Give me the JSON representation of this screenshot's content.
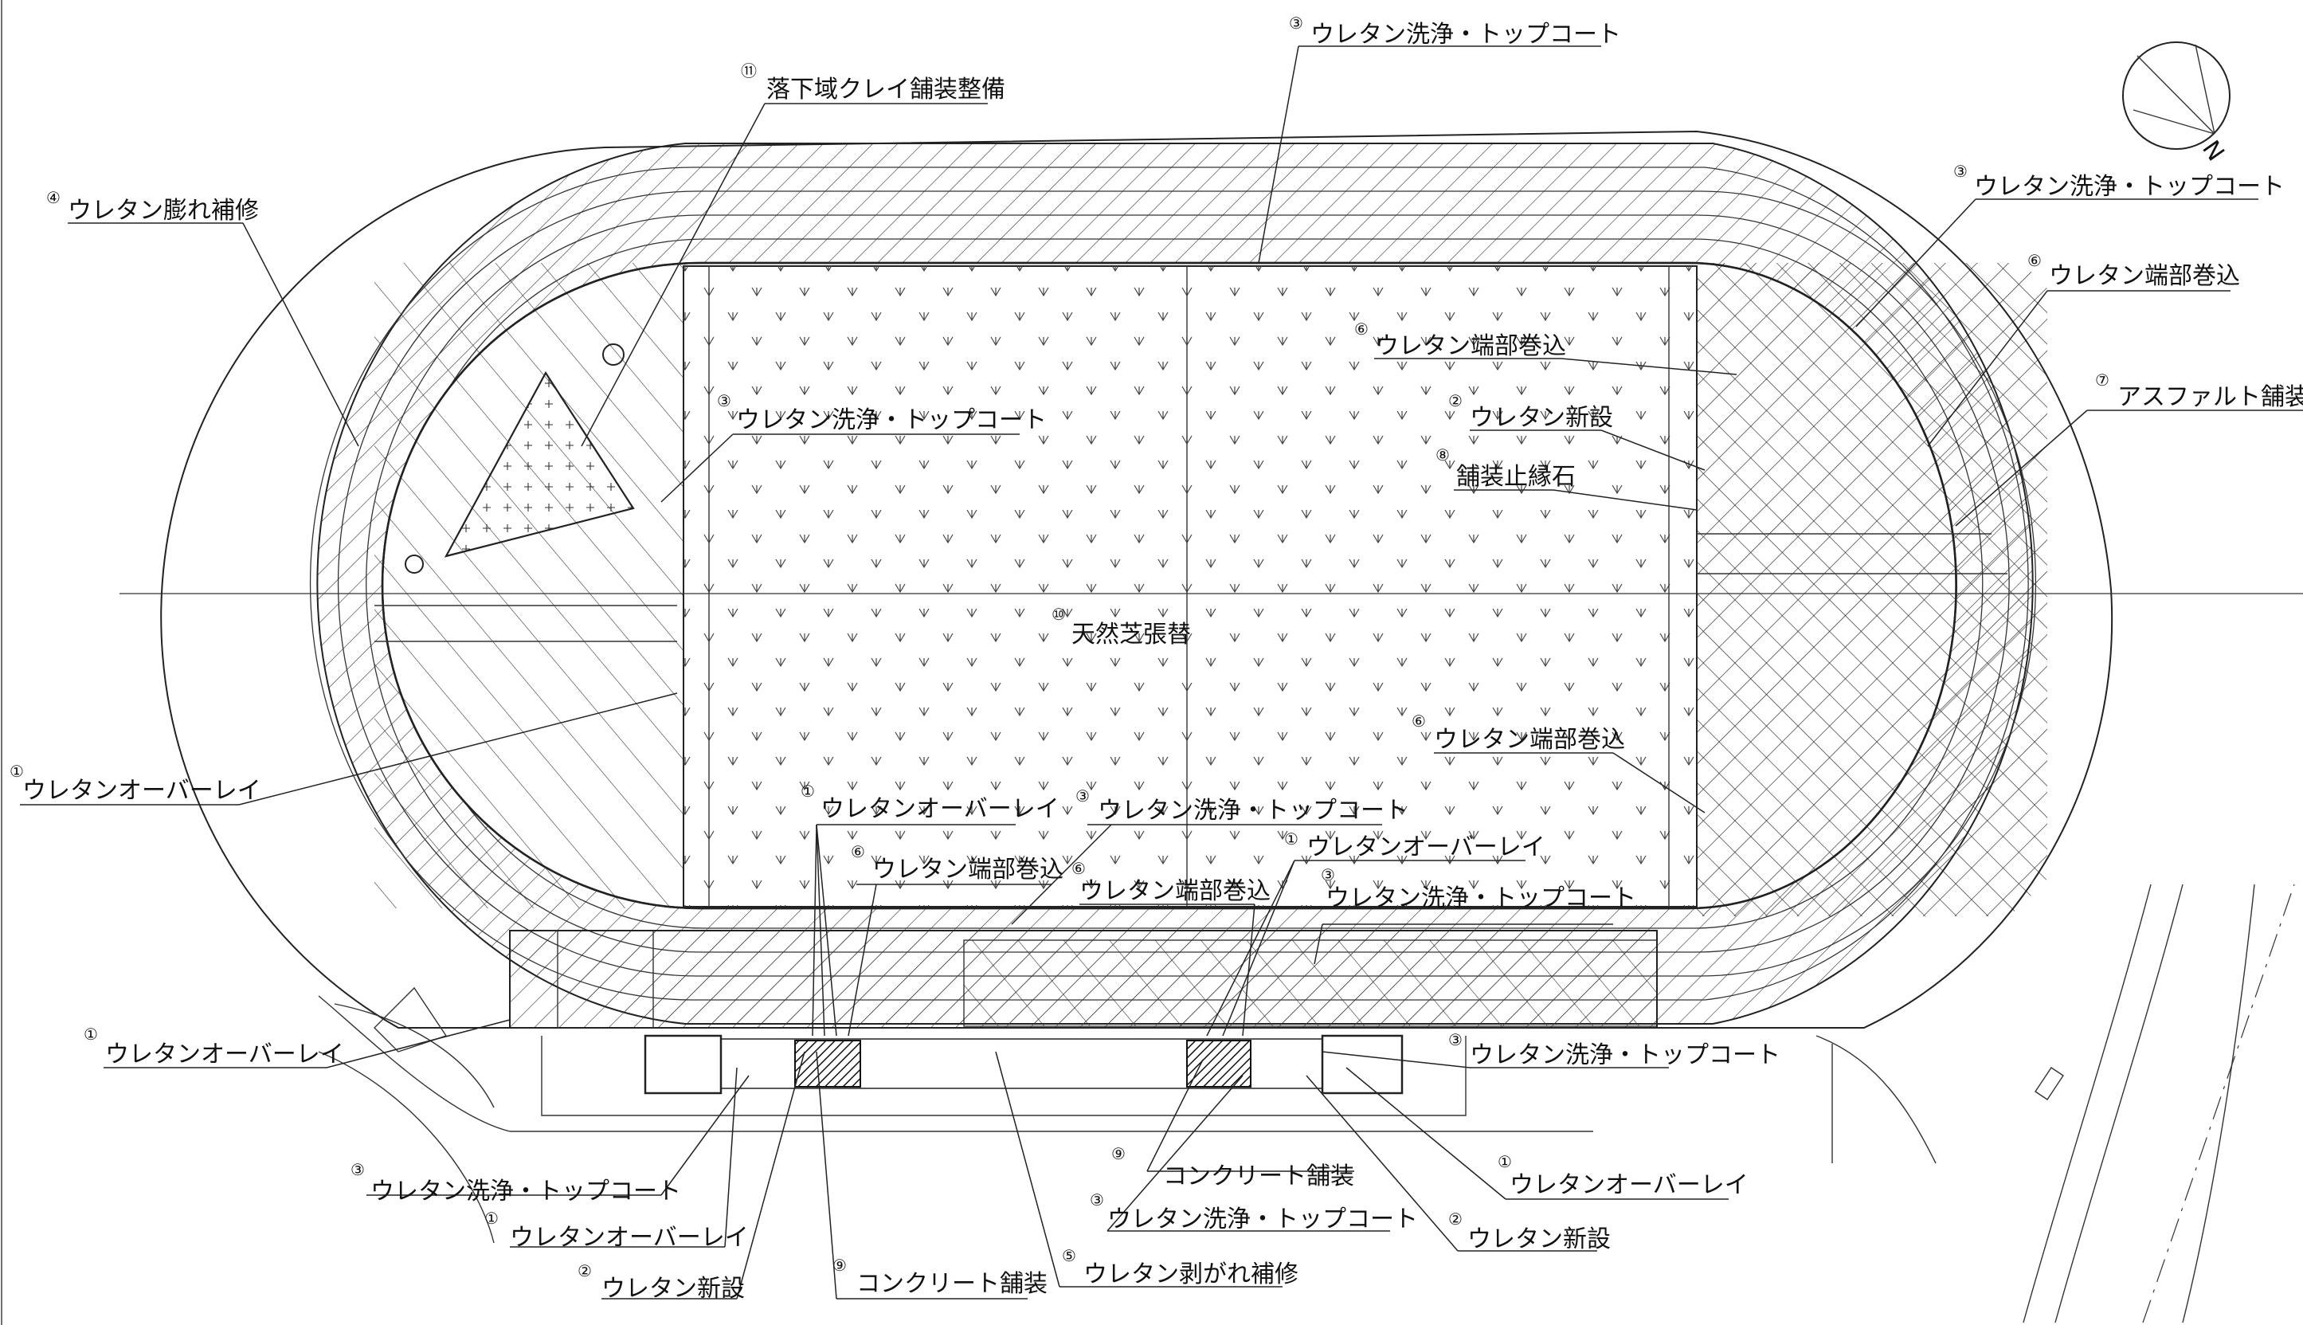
{
  "north_label": "N",
  "center_label": {
    "num": "⑩",
    "text": "天然芝張替"
  },
  "annotations": [
    {
      "num": "③",
      "text": "ウレタン洗浄・トップコート"
    },
    {
      "num": "⑪",
      "text": "落下域クレイ舗装整備"
    },
    {
      "num": "④",
      "text": "ウレタン膨れ補修"
    },
    {
      "num": "③",
      "text": "ウレタン洗浄・トップコート"
    },
    {
      "num": "⑥",
      "text": "ウレタン端部巻込"
    },
    {
      "num": "⑦",
      "text": "アスファルト舗装"
    },
    {
      "num": "③",
      "text": "ウレタン洗浄・トップコート"
    },
    {
      "num": "⑥",
      "text": "ウレタン端部巻込"
    },
    {
      "num": "②",
      "text": "ウレタン新設"
    },
    {
      "num": "⑧",
      "text": "舗装止縁石"
    },
    {
      "num": "⑥",
      "text": "ウレタン端部巻込"
    },
    {
      "num": "①",
      "text": "ウレタンオーバーレイ"
    },
    {
      "num": "①",
      "text": "ウレタンオーバーレイ"
    },
    {
      "num": "⑥",
      "text": "ウレタン端部巻込"
    },
    {
      "num": "③",
      "text": "ウレタン洗浄・トップコート"
    },
    {
      "num": "⑥",
      "text": "ウレタン端部巻込"
    },
    {
      "num": "①",
      "text": "ウレタンオーバーレイ"
    },
    {
      "num": "③",
      "text": "ウレタン洗浄・トップコート"
    },
    {
      "num": "①",
      "text": "ウレタンオーバーレイ"
    },
    {
      "num": "③",
      "text": "ウレタン洗浄・トップコート"
    },
    {
      "num": "⑨",
      "text": "コンクリート舗装"
    },
    {
      "num": "③",
      "text": "ウレタン洗浄・トップコート"
    },
    {
      "num": "①",
      "text": "ウレタンオーバーレイ"
    },
    {
      "num": "③",
      "text": "ウレタン洗浄・トップコート"
    },
    {
      "num": "②",
      "text": "ウレタン新設"
    },
    {
      "num": "①",
      "text": "ウレタンオーバーレイ"
    },
    {
      "num": "②",
      "text": "ウレタン新設"
    },
    {
      "num": "⑨",
      "text": "コンクリート舗装"
    },
    {
      "num": "⑤",
      "text": "ウレタン剥がれ補修"
    }
  ]
}
